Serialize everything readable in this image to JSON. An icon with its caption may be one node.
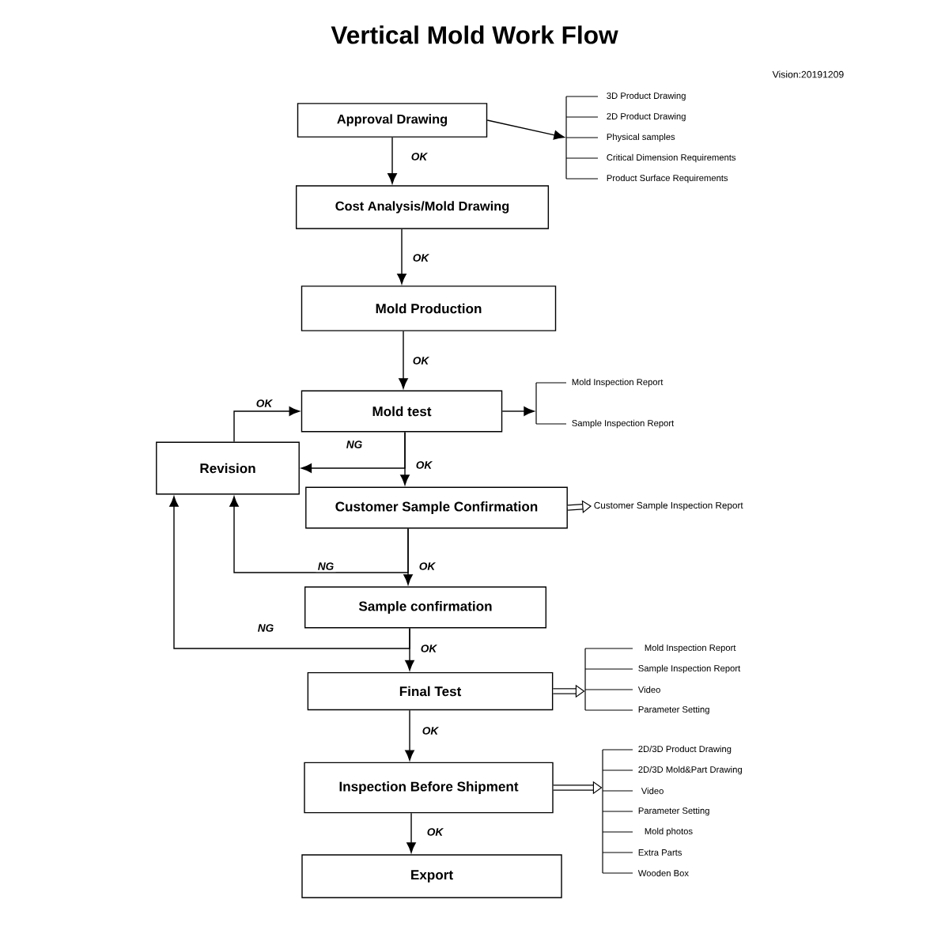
{
  "diagram": {
    "title": "Vertical Mold Work Flow",
    "nodes": [
      {
        "text": [
          "Approval Drawing"
        ]
      },
      {
        "text": [
          "Cost Analysis/Mold Drawing"
        ]
      },
      {
        "text": [
          "Mold Production"
        ]
      },
      {
        "text": [
          "Mold test"
        ]
      },
      {
        "text": [
          "Revision"
        ]
      },
      {
        "text": [
          "Customer Sample Confirmation"
        ]
      },
      {
        "text": [
          "Sample confirmation"
        ]
      },
      {
        "text": [
          "Final Test"
        ]
      },
      {
        "text": [
          "Inspection Before Shipment"
        ]
      },
      {
        "text": [
          "Export"
        ]
      },
      {
        "text": [],
        "shape": "bracket",
        "beside": [
          "3D Product Drawing",
          "2D Product Drawing",
          "Physical samples",
          "Critical Dimension Requirements",
          "Product Surface Requirements"
        ]
      },
      {
        "text": [],
        "shape": "bracket",
        "beside": [
          "Mold Inspection Report",
          "Sample Inspection Report"
        ]
      },
      {
        "text": [
          "Customer Sample Inspection Report"
        ]
      },
      {
        "text": [],
        "shape": "bracket",
        "beside": [
          "Mold Inspection Report",
          "Sample Inspection Report",
          "Video",
          "Parameter Setting"
        ]
      },
      {
        "text": [],
        "shape": "bracket",
        "beside": [
          "2D/3D Product Drawing",
          "2D/3D Mold&Part Drawing",
          "Video",
          "Parameter Setting",
          "Mold photos",
          "Extra Parts",
          "Wooden Box"
        ]
      }
    ],
    "edges": [
      {
        "from": 0,
        "to": 1,
        "arrow": "to",
        "label": "OK"
      },
      {
        "from": 1,
        "to": 2,
        "arrow": "to",
        "label": "OK"
      },
      {
        "from": 2,
        "to": 3,
        "arrow": "to",
        "label": "OK"
      },
      {
        "from": 4,
        "to": 3,
        "arrow": "to",
        "label": "OK"
      },
      {
        "from": 3,
        "to": 4,
        "arrow": "to",
        "label": "NG"
      },
      {
        "from": 3,
        "to": 5,
        "arrow": "to",
        "label": "OK"
      },
      {
        "from": 5,
        "to": 4,
        "arrow": "to",
        "label": "NG"
      },
      {
        "from": 5,
        "to": 6,
        "arrow": "to",
        "label": "OK"
      },
      {
        "from": 6,
        "to": 4,
        "arrow": "to",
        "label": "NG"
      },
      {
        "from": 6,
        "to": 7,
        "arrow": "to",
        "label": "OK"
      },
      {
        "from": 7,
        "to": 8,
        "arrow": "to",
        "label": "OK"
      },
      {
        "from": 8,
        "to": 9,
        "arrow": "to",
        "label": "OK"
      },
      {
        "from": 0,
        "to": 10,
        "arrow": "to"
      },
      {
        "from": 3,
        "to": 11,
        "arrow": "to"
      },
      {
        "from": 5,
        "to": 12,
        "arrow": "to",
        "style": "thick"
      },
      {
        "from": 7,
        "to": 13,
        "arrow": "to",
        "style": "thick"
      },
      {
        "from": 8,
        "to": 14,
        "arrow": "to",
        "style": "thick"
      }
    ],
    "labels": [
      "Vision:20191209"
    ]
  }
}
